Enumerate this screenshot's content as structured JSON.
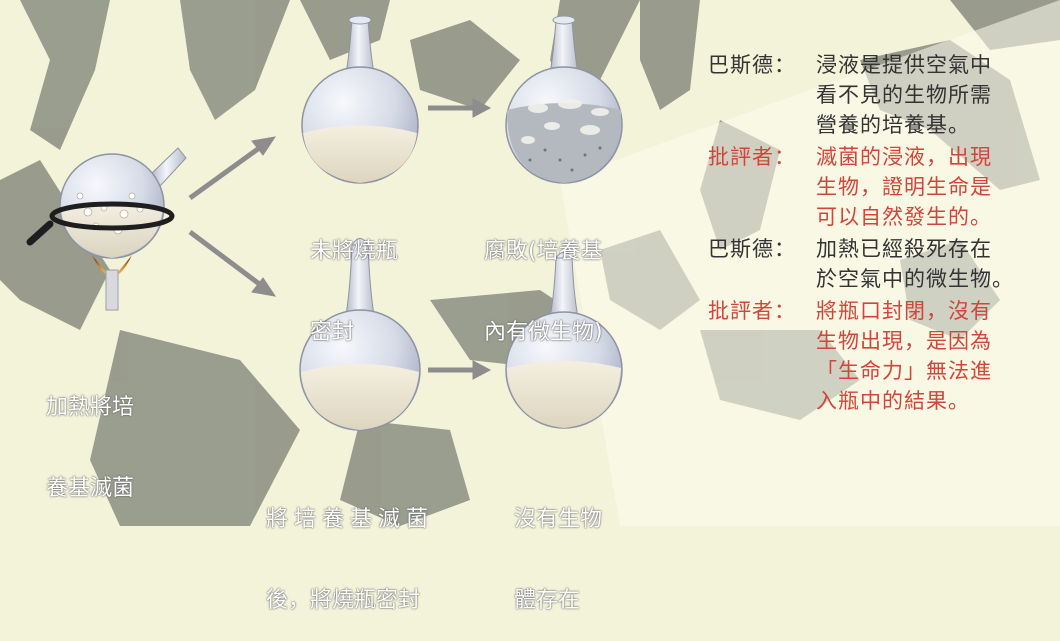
{
  "labels": {
    "heat": [
      "加熱將培",
      "養基滅菌"
    ],
    "unsealed": [
      "未將燒瓶",
      "密封"
    ],
    "spoiled": [
      "腐敗(培養基",
      "內有微生物)"
    ],
    "sealed_after": [
      "將培養基滅菌",
      "後，將燒瓶密封"
    ],
    "no_life": [
      "沒有生物",
      "體存在"
    ]
  },
  "dialogue": [
    {
      "speaker": "巴斯德：",
      "lines": [
        "浸液是提供空氣中",
        "看不見的生物所需",
        "營養的培養基。"
      ],
      "role": "pasteur"
    },
    {
      "speaker": "批評者：",
      "lines": [
        "滅菌的浸液，出現",
        "生物，證明生命是",
        "可以自然發生的。"
      ],
      "role": "critic"
    },
    {
      "speaker": "巴斯德：",
      "lines": [
        "加熱已經殺死存在",
        "於空氣中的微生物。"
      ],
      "role": "pasteur"
    },
    {
      "speaker": "批評者：",
      "lines": [
        "將瓶口封閉，沒有",
        "生物出現，是因為",
        "「生命力」無法進",
        "入瓶中的結果。"
      ],
      "role": "critic"
    }
  ],
  "colors": {
    "background": "#f3f3d9",
    "pasteur_text": "#333333",
    "critic_text": "#d2453a",
    "flask_glass": "#d9dde8",
    "broth": "#e8e2cf",
    "calligraphy": "#8a8e80",
    "arrow": "#8d8d8d"
  }
}
